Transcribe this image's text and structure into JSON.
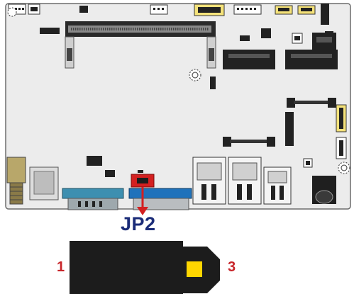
{
  "figure": {
    "jumper_label": "JP2",
    "pin_left_label": "1",
    "pin_right_label": "3"
  },
  "colors": {
    "board": "#ececec",
    "board_outline": "#6d6d6d",
    "highlight": "#d32020",
    "callout_text": "#1b2c78",
    "pin_number": "#c8252a",
    "jumper_body": "#1c1c1c",
    "pin_pad": "#ffd600",
    "serial_connector": "#3d8fb0",
    "vga_connector": "#1f72bb"
  },
  "icons": [
    "mounting-hole-icon",
    "arrow-down-icon"
  ]
}
